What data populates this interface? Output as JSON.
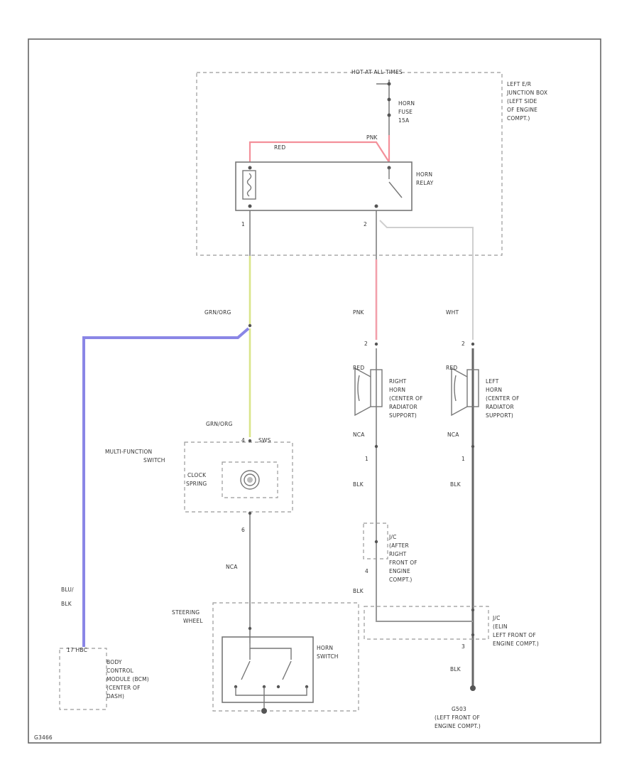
{
  "labels": {
    "hot_at_all_times": "HOT AT ALL TIMES",
    "junction_box": [
      "LEFT E/R",
      "JUNCTION BOX",
      "(LEFT SIDE",
      "OF ENGINE",
      "COMPT.)"
    ],
    "horn_fuse": [
      "HORN",
      "FUSE",
      "15A"
    ],
    "wire_red": "RED",
    "wire_pnk_top": "PNK",
    "horn_relay": [
      "HORN",
      "RELAY"
    ],
    "relay_pin_1": "1",
    "relay_pin_2": "2",
    "wire_grn_org_1": "GRN/ORG",
    "wire_pnk": "PNK",
    "wire_wht": "WHT",
    "pin_2_right": "2",
    "pin_2_left": "2",
    "wire_red_right": "RED",
    "wire_red_left": "RED",
    "right_horn": [
      "RIGHT",
      "HORN",
      "(CENTER OF",
      "RADIATOR",
      "SUPPORT)"
    ],
    "left_horn": [
      "LEFT",
      "HORN",
      "(CENTER OF",
      "RADIATOR",
      "SUPPORT)"
    ],
    "wire_nca_right": "NCA",
    "wire_nca_left": "NCA",
    "pin_1_right": "1",
    "pin_1_left": "1",
    "wire_blk_right": "BLK",
    "wire_blk_left": "BLK",
    "wire_grn_org_2": "GRN/ORG",
    "msw_pin": "4",
    "msw_connector": "SWS",
    "multi_function_switch": [
      "MULTI-FUNCTION",
      "SWITCH"
    ],
    "clock_spring": [
      "CLOCK",
      "SPRING"
    ],
    "msw_pin_bottom": "6",
    "wire_nca_center": "NCA",
    "jc_right": [
      "J/C",
      "(AFTER",
      "RIGHT",
      "FRONT OF",
      "ENGINE",
      "COMPT.)"
    ],
    "jc_right_pin": "4",
    "wire_blk_jc": "BLK",
    "jc_left": [
      "J/C",
      "(ELIN",
      "LEFT FRONT OF",
      "ENGINE COMPT.)"
    ],
    "jc_left_pin": "3",
    "wire_blk_gnd": "BLK",
    "ground": [
      "G503",
      "(LEFT FRONT OF",
      "ENGINE COMPT.)"
    ],
    "steering_wheel": [
      "STEERING",
      "WHEEL"
    ],
    "horn_switch": [
      "HORN",
      "SWITCH"
    ],
    "wire_blu_blk": [
      "BLU/",
      "BLK"
    ],
    "bcm_connector": "17    HBC",
    "bcm": [
      "BODY",
      "CONTROL",
      "MODULE (BCM)",
      "(CENTER OF",
      "DASH)"
    ],
    "figure_id": "G3466"
  }
}
